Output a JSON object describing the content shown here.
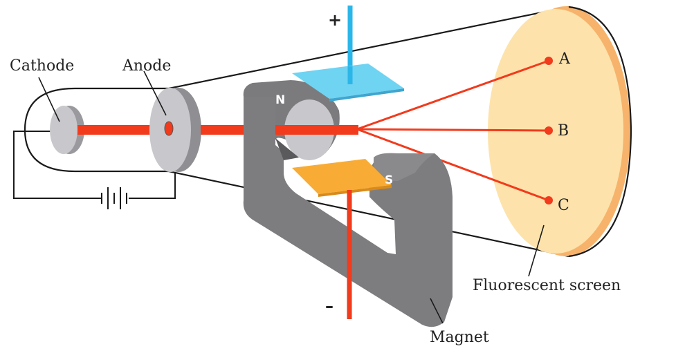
{
  "labels": {
    "cathode": "Cathode",
    "anode": "Anode",
    "fluorescent_screen": "Fluorescent screen",
    "magnet": "Magnet",
    "point_a": "A",
    "point_b": "B",
    "point_c": "C",
    "north_pole": "N",
    "south_pole": "S",
    "plus_sign": "+",
    "minus_sign": "–"
  },
  "colors": {
    "beam": "#f23a1c",
    "magnet": "#7d7d80",
    "screen": "#fde3ab",
    "screen_rim": "#f7b36b",
    "positive_plate": "#6fd3f2",
    "negative_plate": "#f8ac35",
    "electrode": "#c8c8cc"
  }
}
